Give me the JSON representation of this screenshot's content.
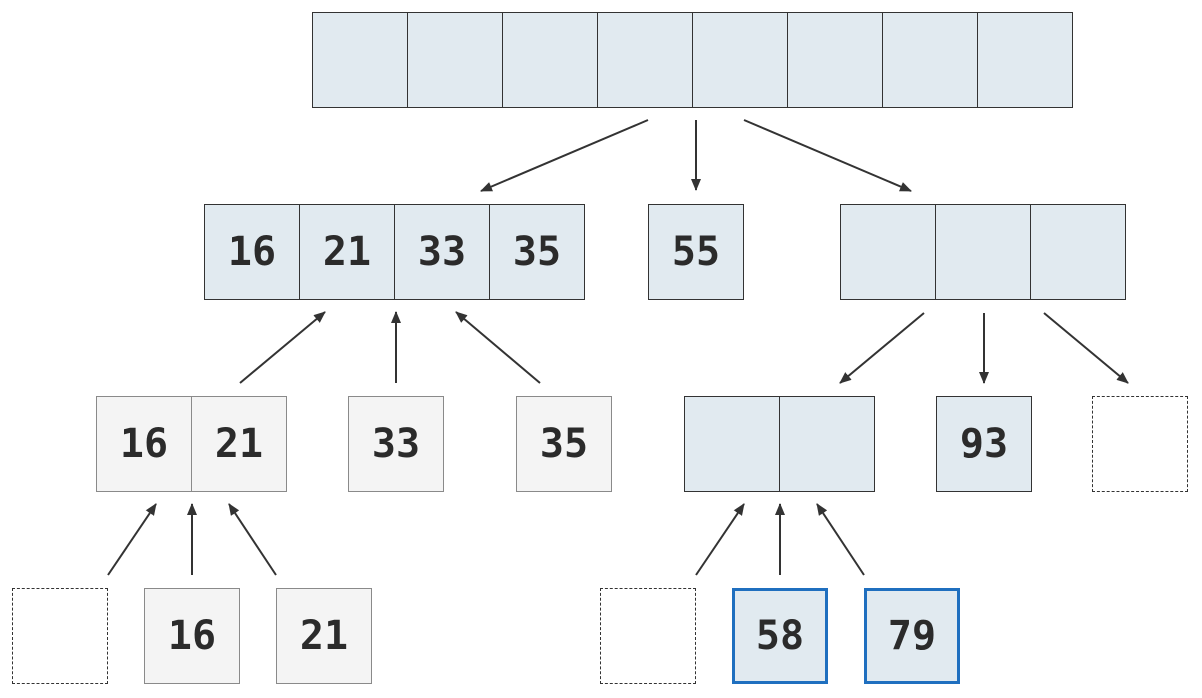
{
  "diagram": {
    "root": {
      "cells": [
        "",
        "",
        "",
        "",
        "",
        "",
        "",
        ""
      ]
    },
    "level1": {
      "left": {
        "cells": [
          "16",
          "21",
          "33",
          "35"
        ]
      },
      "middle": {
        "cells": [
          "55"
        ]
      },
      "right": {
        "cells": [
          "",
          "",
          ""
        ]
      }
    },
    "level2": {
      "left_pair": {
        "cells": [
          "16",
          "21"
        ]
      },
      "single_33": {
        "cells": [
          "33"
        ]
      },
      "single_35": {
        "cells": [
          "35"
        ]
      },
      "right_pair": {
        "cells": [
          "",
          ""
        ]
      },
      "single_93": {
        "cells": [
          "93"
        ]
      },
      "empty_slot": {
        "cells": [
          ""
        ]
      }
    },
    "level3": {
      "empty_left": {
        "cells": [
          ""
        ]
      },
      "single_16": {
        "cells": [
          "16"
        ]
      },
      "single_21": {
        "cells": [
          "21"
        ]
      },
      "empty_right": {
        "cells": [
          ""
        ]
      },
      "single_58": {
        "cells": [
          "58"
        ]
      },
      "single_79": {
        "cells": [
          "79"
        ]
      }
    }
  },
  "colors": {
    "node_fill": "#e1eaf0",
    "settled_fill": "#f4f4f4",
    "highlight_border": "#1f6fbf",
    "edge": "#333333"
  }
}
